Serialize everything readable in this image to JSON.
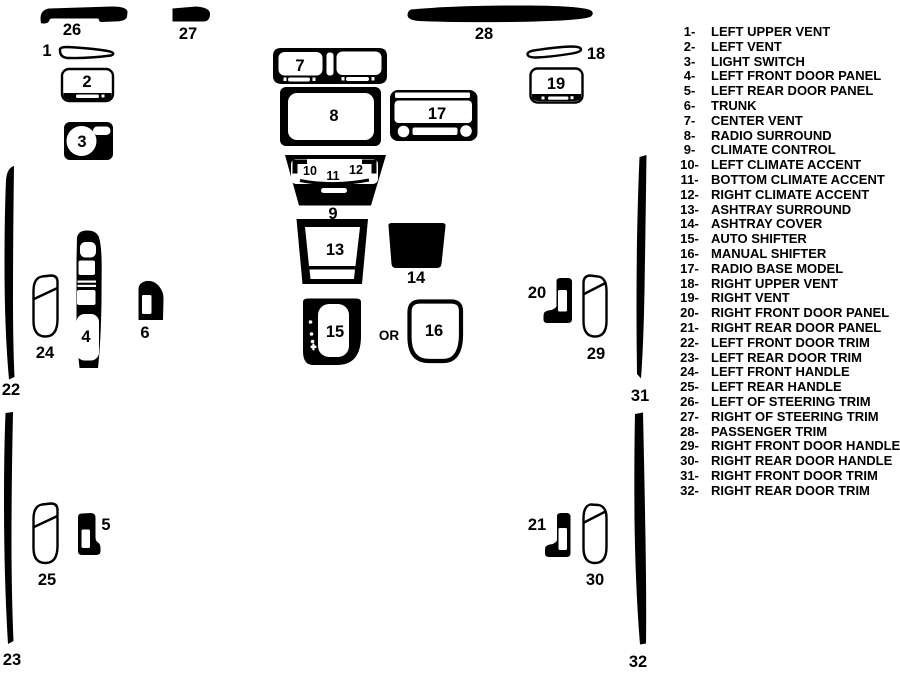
{
  "diagram": {
    "or_label": "OR"
  },
  "parts": [
    {
      "id": "1",
      "legend_id": "1-",
      "name": "LEFT UPPER VENT"
    },
    {
      "id": "2",
      "legend_id": "2-",
      "name": "LEFT VENT"
    },
    {
      "id": "3",
      "legend_id": "3-",
      "name": "LIGHT SWITCH"
    },
    {
      "id": "4",
      "legend_id": "4-",
      "name": "LEFT FRONT DOOR PANEL"
    },
    {
      "id": "5",
      "legend_id": "5-",
      "name": "LEFT REAR DOOR PANEL"
    },
    {
      "id": "6",
      "legend_id": "6-",
      "name": "TRUNK"
    },
    {
      "id": "7",
      "legend_id": "7-",
      "name": "CENTER VENT"
    },
    {
      "id": "8",
      "legend_id": "8-",
      "name": "RADIO SURROUND"
    },
    {
      "id": "9",
      "legend_id": "9-",
      "name": "CLIMATE CONTROL"
    },
    {
      "id": "10",
      "legend_id": "10-",
      "name": "LEFT CLIMATE ACCENT"
    },
    {
      "id": "11",
      "legend_id": "11-",
      "name": "BOTTOM CLIMATE ACCENT"
    },
    {
      "id": "12",
      "legend_id": "12-",
      "name": "RIGHT CLIMATE ACCENT"
    },
    {
      "id": "13",
      "legend_id": "13-",
      "name": "ASHTRAY SURROUND"
    },
    {
      "id": "14",
      "legend_id": "14-",
      "name": "ASHTRAY COVER"
    },
    {
      "id": "15",
      "legend_id": "15-",
      "name": "AUTO SHIFTER"
    },
    {
      "id": "16",
      "legend_id": "16-",
      "name": "MANUAL SHIFTER"
    },
    {
      "id": "17",
      "legend_id": "17-",
      "name": "RADIO BASE MODEL"
    },
    {
      "id": "18",
      "legend_id": "18-",
      "name": "RIGHT UPPER VENT"
    },
    {
      "id": "19",
      "legend_id": "19-",
      "name": "RIGHT VENT"
    },
    {
      "id": "20",
      "legend_id": "20-",
      "name": "RIGHT FRONT DOOR PANEL"
    },
    {
      "id": "21",
      "legend_id": "21-",
      "name": "RIGHT REAR DOOR PANEL"
    },
    {
      "id": "22",
      "legend_id": "22-",
      "name": "LEFT FRONT DOOR TRIM"
    },
    {
      "id": "23",
      "legend_id": "23-",
      "name": "LEFT REAR DOOR TRIM"
    },
    {
      "id": "24",
      "legend_id": "24-",
      "name": "LEFT FRONT HANDLE"
    },
    {
      "id": "25",
      "legend_id": "25-",
      "name": "LEFT REAR HANDLE"
    },
    {
      "id": "26",
      "legend_id": "26-",
      "name": "LEFT OF STEERING TRIM"
    },
    {
      "id": "27",
      "legend_id": "27-",
      "name": "RIGHT OF STEERING TRIM"
    },
    {
      "id": "28",
      "legend_id": "28-",
      "name": "PASSENGER TRIM"
    },
    {
      "id": "29",
      "legend_id": "29-",
      "name": "RIGHT FRONT DOOR HANDLE"
    },
    {
      "id": "30",
      "legend_id": "30-",
      "name": "RIGHT REAR DOOR HANDLE"
    },
    {
      "id": "31",
      "legend_id": "31-",
      "name": "RIGHT FRONT DOOR TRIM"
    },
    {
      "id": "32",
      "legend_id": "32-",
      "name": "RIGHT REAR DOOR TRIM"
    }
  ],
  "colors": {
    "shape": "#000000",
    "background": "#ffffff"
  }
}
